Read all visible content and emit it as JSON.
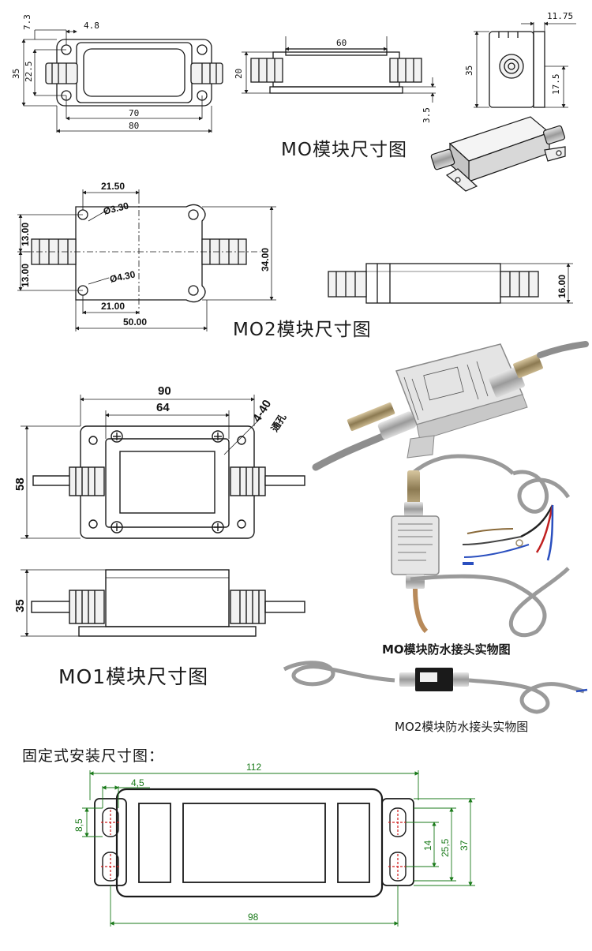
{
  "titles": {
    "mo": "MO模块尺寸图",
    "mo2": "MO2模块尺寸图",
    "mo1": "MO1模块尺寸图",
    "mo_photo": "MO模块防水接头实物图",
    "mo2_photo": "MO2模块防水接头实物图",
    "fixed": "固定式安装尺寸图："
  },
  "mo_dims": {
    "d7_3": "7.3",
    "d4_8": "4.8",
    "d35": "35",
    "d22_5": "22.5",
    "d70": "70",
    "d80": "80",
    "d60": "60",
    "d20": "20",
    "d3_5": "3.5",
    "d11_75": "11.75",
    "d35_side": "35",
    "d17_5": "17.5"
  },
  "mo2_dims": {
    "d21_50": "21.50",
    "d3_30": "Ø3.30",
    "d13_top": "13.00",
    "d13_bottom": "13.00",
    "d34": "34.00",
    "d4_30": "Ø4.30",
    "d21_00": "21.00",
    "d50": "50.00",
    "d16": "16.00"
  },
  "mo1_dims": {
    "d90": "90",
    "d64": "64",
    "d4_40": "4-40",
    "hole_label": "通孔",
    "d58": "58",
    "d35": "35"
  },
  "fixed_dims": {
    "d112": "112",
    "d4_5": "4,5",
    "d8_5": "8,5",
    "d14": "14",
    "d25_5": "25,5",
    "d37": "37",
    "d98": "98"
  },
  "colors": {
    "line": "#1a1a1a",
    "dimension_green": "#1a7a1a",
    "hole_red": "#d02020",
    "cable_gray": "#9a9a9a",
    "body_gray": "#d8d8d8"
  }
}
